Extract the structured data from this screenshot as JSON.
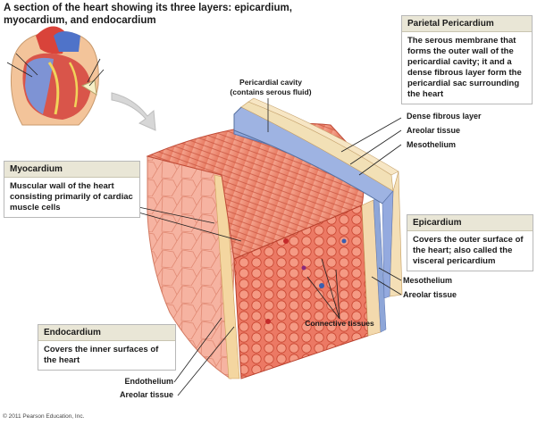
{
  "title": "A section of the heart showing its three layers: epicardium, myocardium, and endocardium",
  "parietal_pericardium": {
    "heading": "Parietal Pericardium",
    "description": "The serous membrane that forms the outer wall of the pericardial cavity; it and a dense fibrous layer form the pericardial sac surrounding the heart",
    "labels": [
      "Dense fibrous layer",
      "Areolar tissue",
      "Mesothelium"
    ]
  },
  "pericardial_cavity": "Pericardial cavity (contains serous fluid)",
  "myocardium": {
    "heading": "Myocardium",
    "description": "Muscular wall of the heart consisting primarily of cardiac muscle cells"
  },
  "epicardium": {
    "heading": "Epicardium",
    "description": "Covers the outer surface of the heart; also called the visceral pericardium",
    "labels": [
      "Mesothelium",
      "Areolar tissue"
    ]
  },
  "connective_tissues": "Connective tissues",
  "endocardium": {
    "heading": "Endocardium",
    "description": "Covers the inner surfaces of the heart",
    "labels": [
      "Endothelium",
      "Areolar tissue"
    ]
  },
  "copyright": "© 2011 Pearson Education, Inc.",
  "colors": {
    "box_header": "#e9e6d6",
    "muscle": "#e06a55",
    "serous": "#8da3d8",
    "fibrous": "#f3d7a3"
  }
}
